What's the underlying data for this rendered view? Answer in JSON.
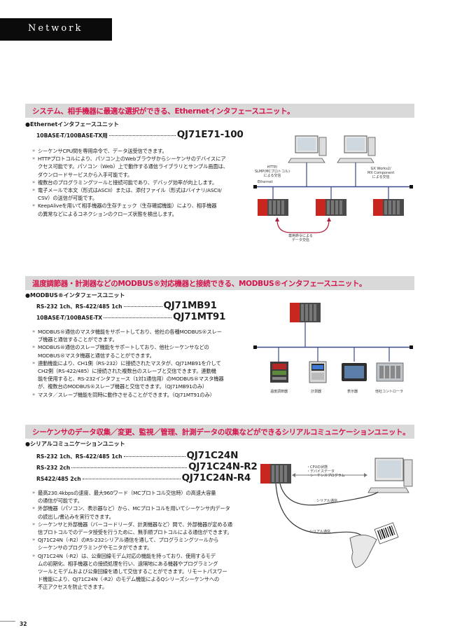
{
  "header": {
    "title": "Network"
  },
  "page": {
    "number": "32"
  },
  "sections": [
    {
      "title": "システム、相手機器に最適な選択ができる、Ethernetインタフェースユニット。",
      "subtitle": "●Ethernetインタフェースユニット",
      "models": [
        {
          "desc": "10BASE-T/100BASE-TX用",
          "name": "QJ71E71-100"
        }
      ],
      "bullets": [
        "シーケンサCPU間を専用命令で、データ送受信できます。",
        "HTTPプロトコルにより、パソコン上のWebブラウザからシーケンサのデバイスにア",
        "クセス可能です。パソコン（Web）上で動作する通信ライブラリとサンプル画面は、",
        "ダウンロードサービスから入手可能です。",
        "複数台のプログラミングツールと接続可能であり、デバッグ効率が向上します。",
        "電子メールで本文（形式はASCII）または、添付ファイル（形式はバイナリ/ASCII/",
        "CSV）の送信が可能です。",
        "KeepAliveを用いて相手機器の生存チェック（生存確認機能）により、相手機器",
        "の異常などによるコネクションのクローズ状態を検出します。"
      ],
      "diagram": {
        "http_label": "HTTP/\nSLMP(MCプロトコル)\nによる交信",
        "gx_label": "GX Works2/\nMX Component\nによる交信",
        "ethernet_label": "Ethernet",
        "dedicated_label": "専用命令による\nデータ交信"
      }
    },
    {
      "title": "温度調節器・計測器などのMODBUS®対応機器と接続できる、MODBUS®インタフェースユニット。",
      "subtitle": "●MODBUS®インタフェースユニット",
      "models": [
        {
          "desc": "RS-232 1ch、RS-422/485 1ch",
          "name": "QJ71MB91"
        },
        {
          "desc": "10BASE-T/100BASE-TX",
          "name": "QJ71MT91"
        }
      ],
      "bullets": [
        "MODBUS®通信のマスタ機能をサポートしており、他社の各種MODBUS®スレー",
        "ブ機器と通信することができます。",
        "MODBUS®通信のスレーブ機能をサポートしており、他社シーケンサなどの",
        "MODBUS®マスタ機器と通信することができます。",
        "連動機能により、CH1側（RS-232）に接続されたマスタが、QJ71MB91を介して",
        "CH2側（RS-422/485）に接続された複数台のスレーブと交信できます。連動機",
        "能を使用すると、RS-232インタフェース（1対1通信用）のMODBUS®マスタ機器",
        "が、複数台のMODBUS®スレーブ機器と交信できます。（QJ71MB91のみ）",
        "マスタ／スレーブ機能を同時に動作させることができます。（QJ71MT91のみ）"
      ],
      "diagram": {
        "labels": [
          "温度調節器",
          "計測器",
          "表示器",
          "他社コントローラ"
        ]
      }
    },
    {
      "title": "シーケンサのデータ収集／変更、監視／管理、計測データの収集などができるシリアルコミュニケーションユニット。",
      "subtitle": "●シリアルコミュニケーションユニット",
      "models": [
        {
          "desc": "RS-232 1ch、RS-422/485 1ch",
          "name": "QJ71C24N"
        },
        {
          "desc": "RS-232 2ch",
          "name": "QJ71C24N-R2"
        },
        {
          "desc": "RS422/485 2ch",
          "name": "QJ71C24N-R4"
        }
      ],
      "bullets": [
        "最高230.4kbpsの速度、最大960ワード（MCプロトコル交信時）の高速大容量",
        "の通信が可能です。",
        "外部機器（パソコン、表示器など）から、MCプロトコルを用いてシーケンサ内データ",
        "の読出し/書込みを実行できます。",
        "シーケンサと外部機器（バーコードリーダ、計測機器など）間で、外部機器が定める通",
        "信プロトコルでのデータ授受を行うために、無手順プロトコルによる通信ができます。",
        "QJ71C24N（-R2）のRS-232シリアル通信を通して、プログラミングツールから",
        "シーケンサのプログラミングやモニタができます。",
        "QJ71C24N（-R2）は、公衆回線モデム対応の機能を持っており、使用するモデ",
        "ムの初期化、相手機器との接続処理を行い、遠隔地にある機器やプログラミング",
        "ツールとモデムおよび公衆回線を通して交信することができます。リモートパスワー",
        "ド機能により、QJ71C24N（-R2）のモデム機能によるQシリーズシーケンサへの",
        "不正アクセスを防止できます。"
      ],
      "diagram": {
        "cpu_label": "・CPUの状態\n・デバイスデータ\n・シーケンスプログラム",
        "serial_label_1": "シリアル通信",
        "serial_label_2": "シリアル通信"
      }
    }
  ],
  "colors": {
    "accent": "#d4144a",
    "header_bg": "#0b0b0b",
    "title_bg": "#d9d9d9",
    "plc_red": "#c8261f"
  }
}
